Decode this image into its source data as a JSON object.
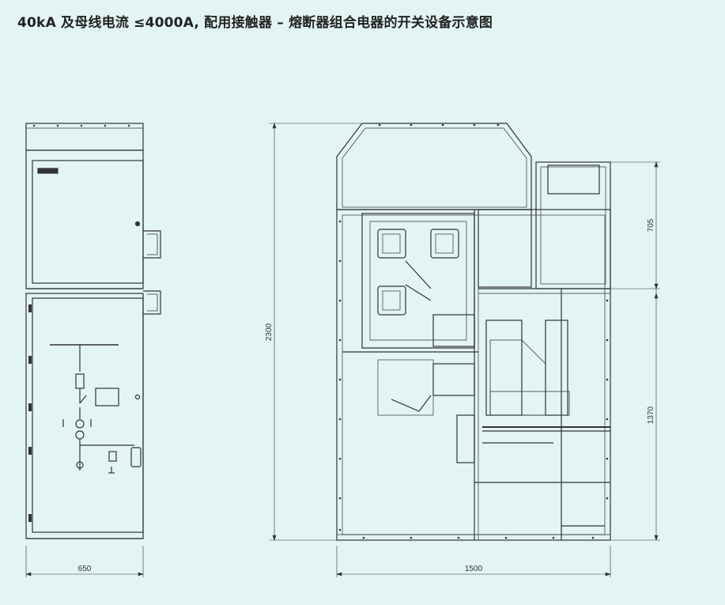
{
  "title": "40kA 及母线电流 ≤4000A, 配用接触器 – 熔断器组合电器的开关设备示意图",
  "dimensions": {
    "front_width": "650",
    "side_depth": "1500",
    "height_total": "2300",
    "height_lv_compartment": "705",
    "height_lower": "1370"
  },
  "colors": {
    "background": "#e2f4f3",
    "line": "#333333"
  }
}
